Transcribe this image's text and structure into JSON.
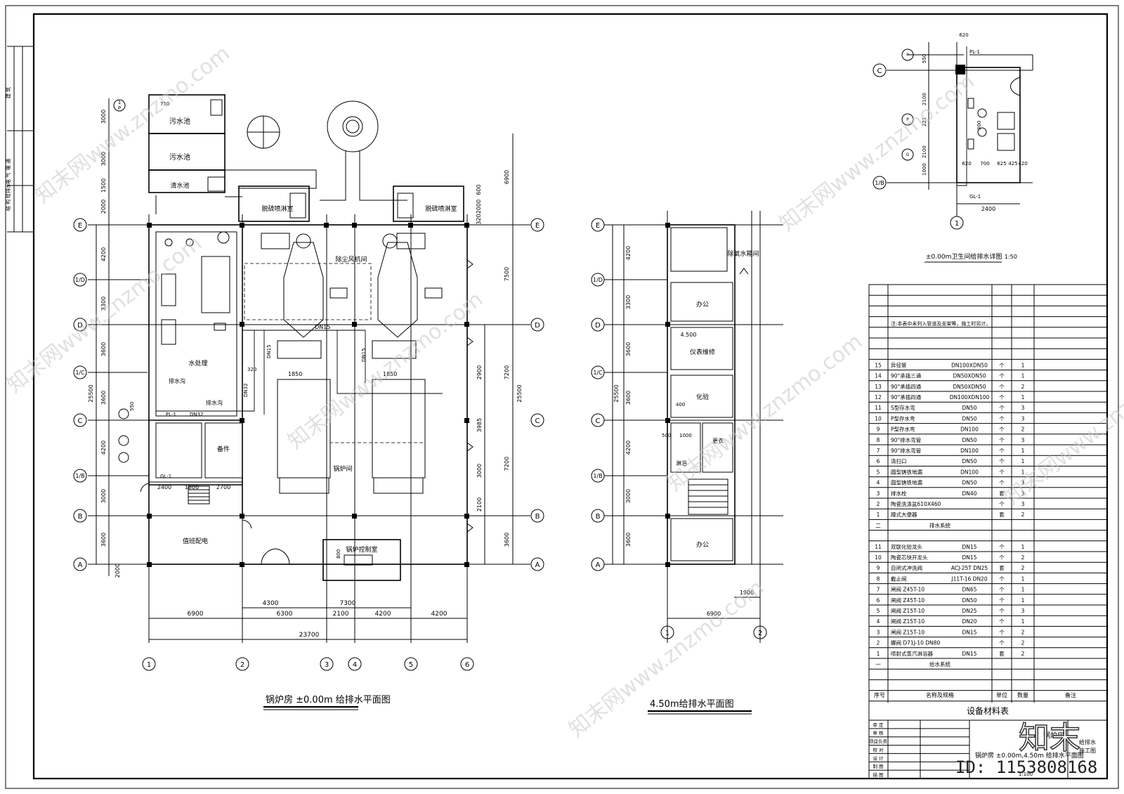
{
  "titles": {
    "main_plan": "锅炉房 ±0.00m 给排水平面图",
    "second_plan": "4.50m给排水平面图",
    "detail_plan": "±0.00m卫生间给排水详图",
    "detail_scale": "1:50"
  },
  "axes": {
    "main_x": [
      "1",
      "2",
      "3",
      "4",
      "5",
      "6"
    ],
    "main_y": [
      "A",
      "B",
      "1/B",
      "C",
      "1/C",
      "D",
      "1/D",
      "E"
    ],
    "second_x": [
      "1",
      "2"
    ],
    "detail_x": [
      "1"
    ],
    "detail_y": [
      "C",
      "1/B"
    ]
  },
  "dims": {
    "main_bottom": [
      "6900",
      "6300",
      "2100",
      "4200",
      "4200"
    ],
    "main_total": "23700",
    "main_upper": [
      "4300",
      "7300"
    ],
    "main_left": [
      "4200",
      "3300",
      "3600",
      "3600",
      "4200",
      "3000",
      "3600",
      "2000"
    ],
    "main_left_total": "25500",
    "main_left_top": [
      "3000",
      "3000",
      "1500",
      "2000"
    ],
    "main_right": [
      "7500",
      "7200",
      "7200",
      "3600"
    ],
    "main_right_total": "25500",
    "main_right_top": "6900",
    "main_right_inner": [
      "2900",
      "3985",
      "3000",
      "2100"
    ],
    "main_small": [
      "2400",
      "1800",
      "2700",
      "1850",
      "1850",
      "800",
      "550",
      "320",
      "DN32",
      "DN15",
      "750",
      "600",
      "2000",
      "320"
    ],
    "second_left": [
      "4200",
      "3300",
      "3600",
      "3600",
      "4200",
      "3000",
      "3600"
    ],
    "second_total": "25500",
    "second_bottom": "6900",
    "second_small": [
      "1900",
      "500",
      "1000",
      "400"
    ],
    "detail": [
      "620",
      "550",
      "2100",
      "2100",
      "1000",
      "620",
      "700",
      "625",
      "425",
      "420",
      "2400",
      "300",
      "221"
    ]
  },
  "rooms": {
    "sewage1": "污水池",
    "sewage2": "污水池",
    "clear": "清水池",
    "desulf_l": "脱硫喷淋室",
    "desulf_r": "脱硫喷淋室",
    "fan_room": "除尘风机间",
    "water_treat": "水处理",
    "drain_trench": "排水沟",
    "spare": "备件",
    "boiler_room": "锅炉间",
    "duty": "值班配电",
    "control": "锅炉控制室",
    "deaerator": "除氧水箱间",
    "office1": "办公",
    "instrument": "仪表维修",
    "lab": "化验",
    "changing": "更衣",
    "shower": "淋浴",
    "office2": "办公",
    "elev_450": "4.500"
  },
  "pipe_labels": {
    "pl1": "PL-1",
    "gl1": "GL-1",
    "dn15a": "DN15",
    "dn15b": "DN15"
  },
  "table": {
    "note": "注:本表中未列入管道及支架等，施工时另计。",
    "drain_rows": [
      {
        "no": "15",
        "name": "异径管",
        "spec": "DN100XDN50",
        "unit": "个",
        "qty": "1"
      },
      {
        "no": "14",
        "name": "90°承插三通",
        "spec": "DN50XDN50",
        "unit": "个",
        "qty": "1"
      },
      {
        "no": "13",
        "name": "90°承插四通",
        "spec": "DN50XDN50",
        "unit": "个",
        "qty": "2"
      },
      {
        "no": "12",
        "name": "90°承插四通",
        "spec": "DN100XDN100",
        "unit": "个",
        "qty": "1"
      },
      {
        "no": "11",
        "name": "S型存水弯",
        "spec": "DN50",
        "unit": "个",
        "qty": "3"
      },
      {
        "no": "10",
        "name": "P型存水弯",
        "spec": "DN50",
        "unit": "个",
        "qty": "3"
      },
      {
        "no": "9",
        "name": "P型存水弯",
        "spec": "DN100",
        "unit": "个",
        "qty": "2"
      },
      {
        "no": "8",
        "name": "90°排水弯管",
        "spec": "DN50",
        "unit": "个",
        "qty": "3"
      },
      {
        "no": "7",
        "name": "90°排水弯管",
        "spec": "DN100",
        "unit": "个",
        "qty": "1"
      },
      {
        "no": "6",
        "name": "清扫口",
        "spec": "DN50",
        "unit": "个",
        "qty": "1"
      },
      {
        "no": "5",
        "name": "圆型铸铁地漏",
        "spec": "DN100",
        "unit": "个",
        "qty": "1"
      },
      {
        "no": "4",
        "name": "圆型铸铁地漏",
        "spec": "DN50",
        "unit": "个",
        "qty": "3"
      },
      {
        "no": "3",
        "name": "排水栓",
        "spec": "DN40",
        "unit": "套",
        "qty": "3"
      },
      {
        "no": "2",
        "name": "陶瓷洗涤盆610X460",
        "spec": "",
        "unit": "个",
        "qty": "3"
      },
      {
        "no": "1",
        "name": "蹲式大便器",
        "spec": "",
        "unit": "套",
        "qty": "2"
      }
    ],
    "drain_header_no": "二",
    "drain_header": "排水系统",
    "supply_rows": [
      {
        "no": "11",
        "name": "双联化验龙头",
        "spec": "DN15",
        "unit": "个",
        "qty": "1"
      },
      {
        "no": "10",
        "name": "陶瓷芯快开龙头",
        "spec": "DN15",
        "unit": "个",
        "qty": "2"
      },
      {
        "no": "9",
        "name": "自闭式冲洗阀",
        "spec": "ACJ-25T   DN25",
        "unit": "套",
        "qty": "2"
      },
      {
        "no": "8",
        "name": "截止阀",
        "spec": "J11T-16     DN20",
        "unit": "个",
        "qty": "1"
      },
      {
        "no": "7",
        "name": "闸阀     Z45T-10",
        "spec": "DN65",
        "unit": "个",
        "qty": "1"
      },
      {
        "no": "6",
        "name": "闸阀     Z45T-10",
        "spec": "DN50",
        "unit": "个",
        "qty": "1"
      },
      {
        "no": "5",
        "name": "闸阀     Z15T-10",
        "spec": "DN25",
        "unit": "个",
        "qty": "3"
      },
      {
        "no": "4",
        "name": "闸阀     Z15T-10",
        "spec": "DN20",
        "unit": "个",
        "qty": "1"
      },
      {
        "no": "3",
        "name": "闸阀     Z15T-10",
        "spec": "DN15",
        "unit": "个",
        "qty": "2"
      },
      {
        "no": "2",
        "name": "蝶阀     D71J-10   DN80",
        "spec": "",
        "unit": "个",
        "qty": "2"
      },
      {
        "no": "1",
        "name": "喷射式蒸汽淋浴器",
        "spec": "DN15",
        "unit": "套",
        "qty": "2"
      }
    ],
    "supply_header_no": "一",
    "supply_header": "给水系统",
    "head_no": "序号",
    "head_name": "名称及规格",
    "head_unit": "单位",
    "head_qty": "数量",
    "head_note": "备注",
    "caption": "设备材料表"
  },
  "titleblock": {
    "project": "锅炉房",
    "discipline": "给排水",
    "stage": "施工图",
    "drawing_name": "锅炉房 ±0.00m,4.50m 给排水平面图",
    "scale": "1:100",
    "rows": [
      "审 定",
      "审 核",
      "项目负责",
      "校 对",
      "设 计",
      "制 图",
      "描 图"
    ]
  },
  "sidebar": {
    "items": [
      "建 筑",
      "结 构",
      "给排水",
      "电 气",
      "暖 通"
    ]
  },
  "watermark": {
    "site": "知末网www.znzmo.com",
    "brand": "知末",
    "id": "ID: 1153808168"
  }
}
